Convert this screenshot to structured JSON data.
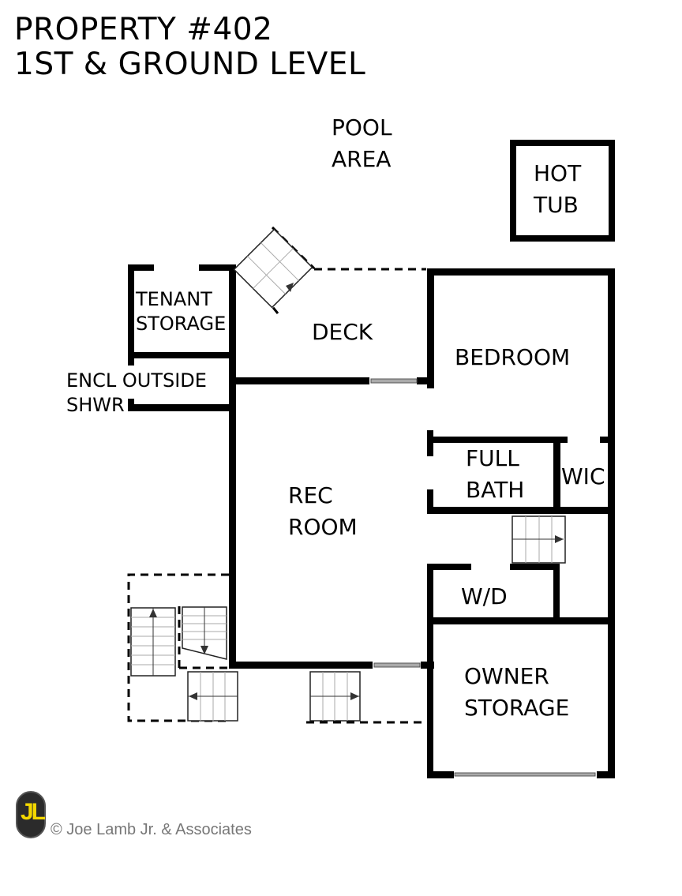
{
  "header": {
    "title_line1": "PROPERTY #402",
    "title_line2": "1ST & GROUND LEVEL"
  },
  "rooms": {
    "pool_area": [
      "POOL",
      "AREA"
    ],
    "hot_tub": [
      "HOT",
      "TUB"
    ],
    "tenant_storage": [
      "TENANT",
      "STORAGE"
    ],
    "deck": "DECK",
    "bedroom": "BEDROOM",
    "encl_outside_shwr": [
      "ENCL OUTSIDE",
      "SHWR"
    ],
    "rec_room": [
      "REC",
      "ROOM"
    ],
    "full_bath": [
      "FULL",
      "BATH"
    ],
    "wic": "WIC",
    "w_d": "W/D",
    "owner_storage": [
      "OWNER",
      "STORAGE"
    ]
  },
  "footer": {
    "logo_text": "JL",
    "copyright": "© Joe Lamb Jr. & Associates"
  },
  "colors": {
    "wall": "#000000",
    "logo_bg": "#2b2b2b",
    "logo_fg": "#f4d800",
    "copyright": "#777777"
  }
}
